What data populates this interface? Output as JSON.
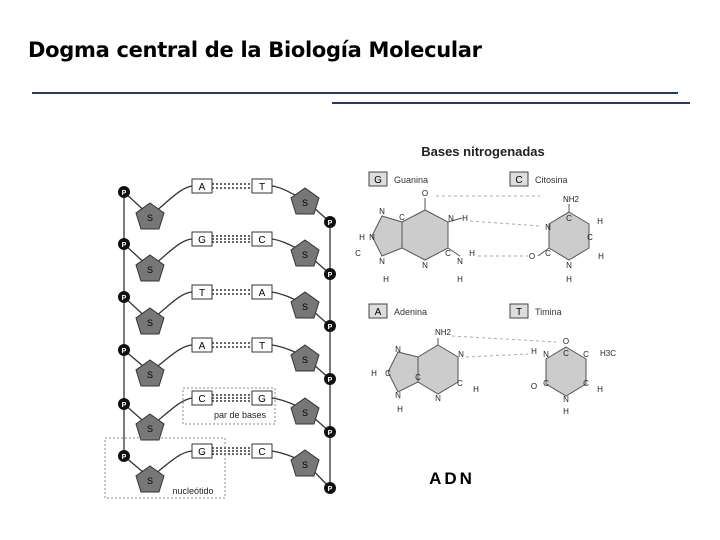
{
  "slide": {
    "title": "Dogma central de la Biología Molecular"
  },
  "dna": {
    "rows": [
      {
        "left": "A",
        "right": "T"
      },
      {
        "left": "G",
        "right": "C"
      },
      {
        "left": "T",
        "right": "A"
      },
      {
        "left": "A",
        "right": "T"
      },
      {
        "left": "C",
        "right": "G"
      },
      {
        "left": "G",
        "right": "C"
      }
    ],
    "phosphate_label": "P",
    "sugar_label": "S",
    "base_pair_label": "par de bases",
    "nucleotide_label": "nucleótido",
    "caption": "ADN"
  },
  "bases": {
    "title": "Bases nitrogenadas",
    "items": [
      {
        "letter": "G",
        "name": "Guanina"
      },
      {
        "letter": "C",
        "name": "Citosina"
      },
      {
        "letter": "A",
        "name": "Adenina"
      },
      {
        "letter": "T",
        "name": "Timina"
      }
    ],
    "atoms": {
      "o": "O",
      "n": "N",
      "h": "H",
      "c": "C",
      "nh2": "NH2",
      "h3c": "H3C"
    }
  }
}
